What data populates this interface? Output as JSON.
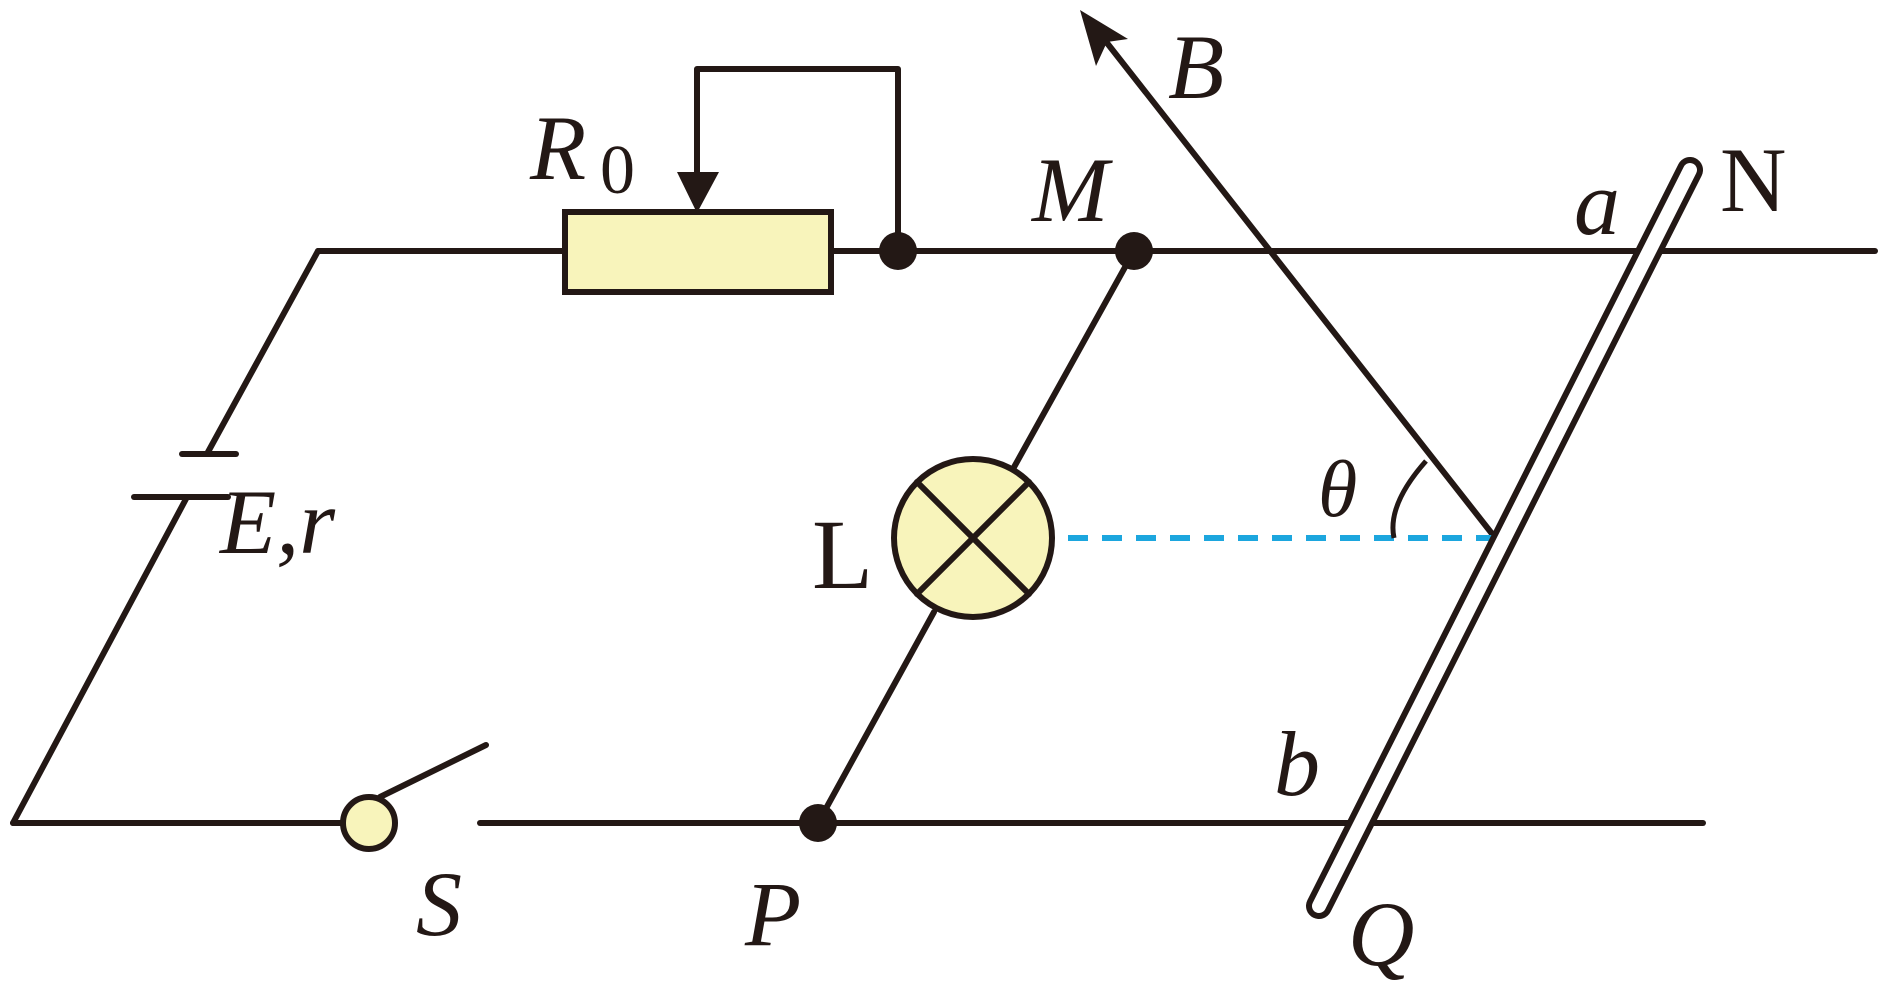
{
  "labels": {
    "resistor": "R",
    "resistor_sub": "0",
    "source": "E,r",
    "switch": "S",
    "lamp": "L",
    "node_m": "M",
    "node_n": "N",
    "node_p": "P",
    "node_q": "Q",
    "rod_end_a": "a",
    "rod_end_b": "b",
    "field": "B",
    "angle": "θ"
  },
  "colors": {
    "line": "#231815",
    "component_fill": "#f8f4bb",
    "dashed_line": "#1ca6de",
    "background": "#ffffff"
  }
}
